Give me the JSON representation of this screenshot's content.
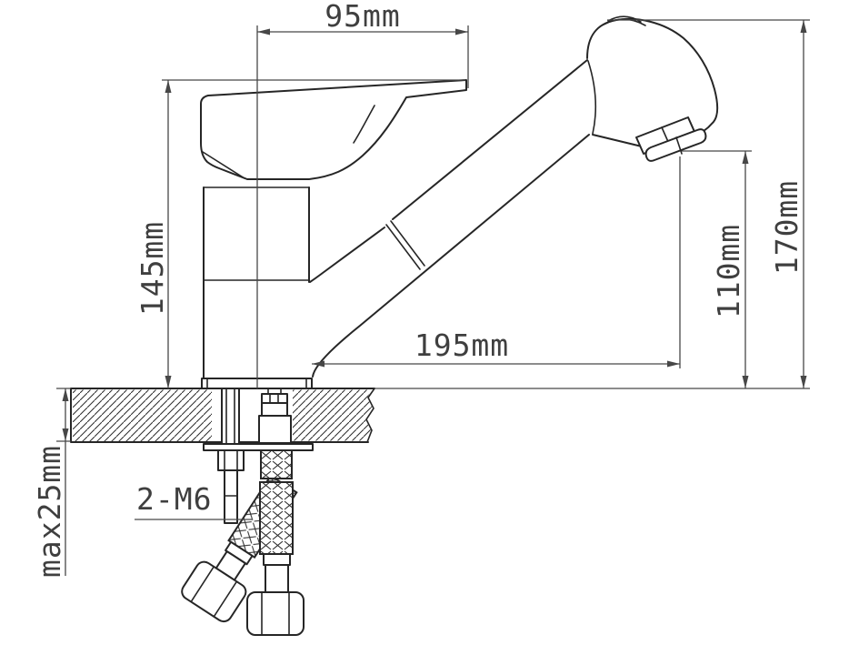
{
  "drawing": {
    "type": "technical-dimension-drawing",
    "subject": "single-lever pull-out spray kitchen faucet, side section install view",
    "background_color": "#ffffff",
    "line_color": "#262626",
    "dimension_color": "#474747",
    "dimensions": {
      "handle_length": "95mm",
      "height_to_handle": "145mm",
      "total_height": "170mm",
      "spout_outlet_height": "110mm",
      "spout_reach": "195mm",
      "max_counter_thickness": "max25mm",
      "mounting_studs": "2-M6"
    }
  }
}
